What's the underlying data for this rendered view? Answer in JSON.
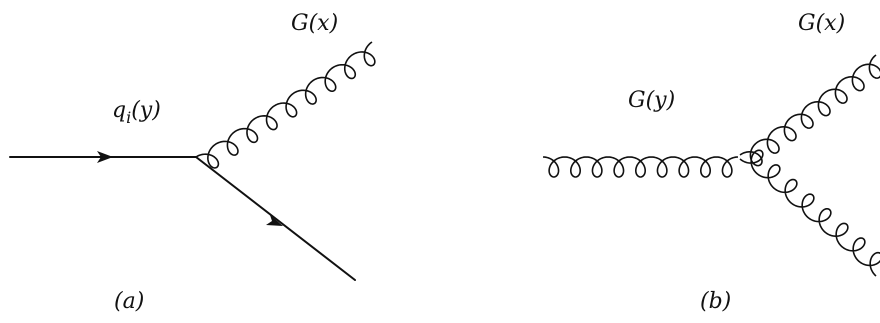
{
  "diagram_a": {
    "quark_label": "q_i(y)",
    "gluon_label": "G(x)",
    "caption": "(a)"
  },
  "diagram_b": {
    "incoming_gluon_label": "G(y)",
    "outgoing_gluon_label": "G(x)",
    "caption": "(b)"
  },
  "colors": {
    "ink": "#111111",
    "background": "#ffffff"
  }
}
